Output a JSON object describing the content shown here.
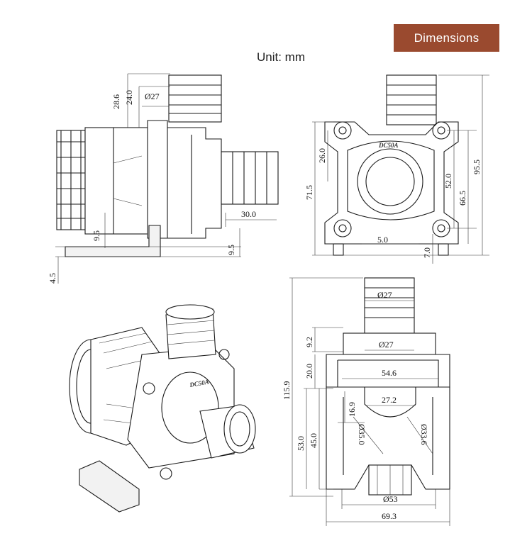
{
  "header": {
    "badge": "Dimensions",
    "unit": "Unit: mm",
    "badge_color": "#9a4a2f"
  },
  "side_view": {
    "outlet_height": "28.6",
    "outlet_offset": "24.0",
    "outlet_diameter": "Ø27",
    "inlet_length": "30.0",
    "bracket_height": "9.5",
    "bracket_offset": "9.5",
    "bracket_thickness": "4.5"
  },
  "front_view": {
    "logo": "DC50A",
    "hole_offset": "26.0",
    "overall_height": "71.5",
    "hole_spacing": "52.0",
    "center_height": "66.5",
    "total_height": "95.5",
    "foot_width": "5.0",
    "foot_height": "7.0"
  },
  "top_view": {
    "outlet_diameter": "Ø27",
    "neck_height": "9.2",
    "collar_diameter": "Ø27",
    "collar_height": "20.0",
    "flange_width": "54.6",
    "inlet_width": "27.2",
    "inlet_depth": "16.9",
    "radius_left": "Ø35.0",
    "radius_right": "Ø33.6",
    "overall_length": "115.9",
    "body_length": "53.0",
    "body_depth": "45.0",
    "base_diameter": "Ø53",
    "overall_width": "69.3"
  },
  "iso_view": {
    "logo": "DC50A"
  }
}
